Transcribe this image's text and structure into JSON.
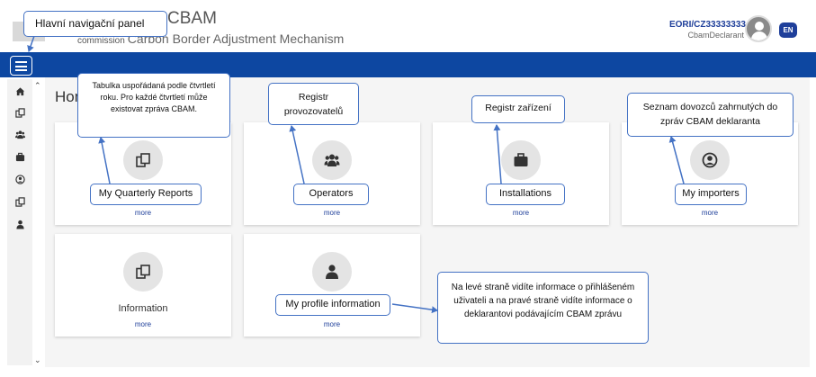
{
  "header": {
    "title": "CBAM",
    "subtitle_prefix": "commission",
    "subtitle": "Carbon Border Adjustment Mechanism",
    "user_id": "EORI/CZ33333333",
    "user_role": "CbamDeclarant",
    "language": "EN"
  },
  "sidebar": {
    "icons": [
      "home-icon",
      "copy-icon",
      "users-icon",
      "briefcase-icon",
      "user-circle-icon",
      "copy-icon",
      "user-icon"
    ]
  },
  "main": {
    "page_title": "Hom",
    "cards": [
      {
        "label": "My Quarterly Reports",
        "more": "more",
        "icon": "copy-icon"
      },
      {
        "label": "Operators",
        "more": "more",
        "icon": "users-icon"
      },
      {
        "label": "Installations",
        "more": "more",
        "icon": "briefcase-icon"
      },
      {
        "label": "My importers",
        "more": "more",
        "icon": "user-circle-icon"
      },
      {
        "label": "Information",
        "more": "more",
        "icon": "copy-icon"
      },
      {
        "label": "My profile information",
        "more": "more",
        "icon": "user-icon"
      }
    ]
  },
  "callouts": {
    "nav_panel": "Hlavní navigační panel",
    "quarterly": "Tabulka uspořádaná podle čtvrtletí roku. Pro každé čtvrtletí může existovat zpráva CBAM.",
    "operators_reg": "Registr provozovatelů",
    "installations_reg": "Registr zařízení",
    "importers_list": "Seznam dovozců zahrnutých do zpráv CBAM deklaranta",
    "profile_info": "Na levé straně vidíte informace o přihlášeném uživateli a na pravé straně vidíte informace o deklarantovi podávajícím CBAM zprávu"
  },
  "colors": {
    "brand_blue": "#0d47a1",
    "callout_border": "#4472c4",
    "link": "#1f3f9a"
  }
}
